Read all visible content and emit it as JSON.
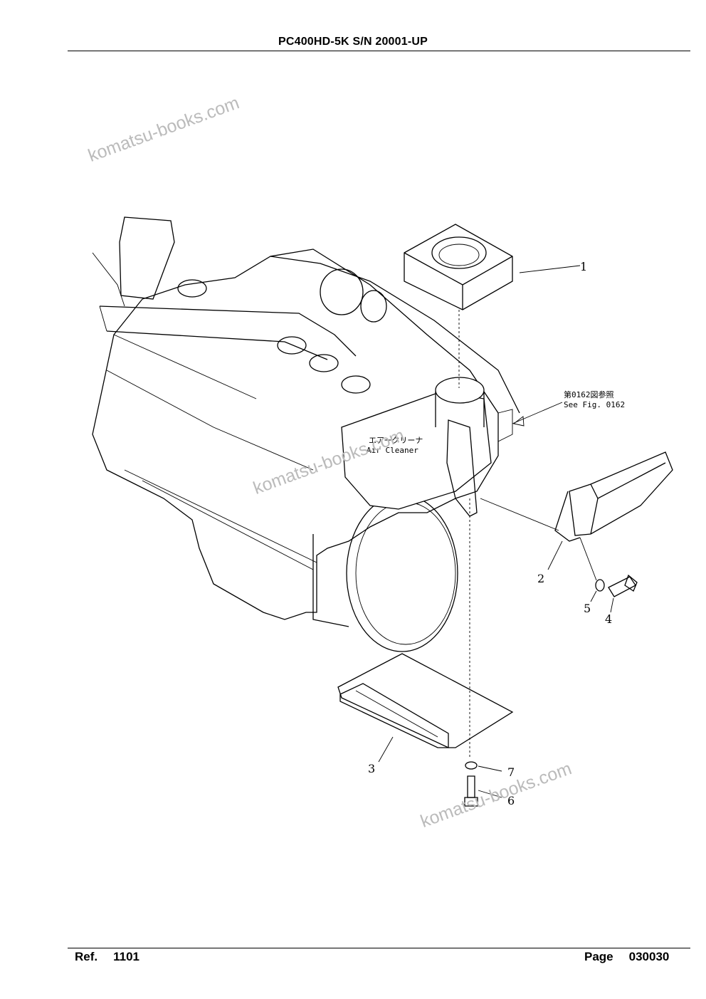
{
  "header": {
    "title": "PC400HD-5K S/N 20001-UP"
  },
  "footer": {
    "ref_label": "Ref.",
    "ref_value": "1101",
    "page_label": "Page",
    "page_value": "030030"
  },
  "watermarks": [
    "komatsu-books.com",
    "komatsu-books.com",
    "komatsu-books.com"
  ],
  "diagram": {
    "callouts": [
      "1",
      "2",
      "3",
      "4",
      "5",
      "6",
      "7"
    ],
    "reference_note": {
      "jp": "第0162図参照",
      "en": "See Fig. 0162"
    },
    "air_cleaner": {
      "jp": "エアークリーナ",
      "en": "Air Cleaner"
    }
  }
}
